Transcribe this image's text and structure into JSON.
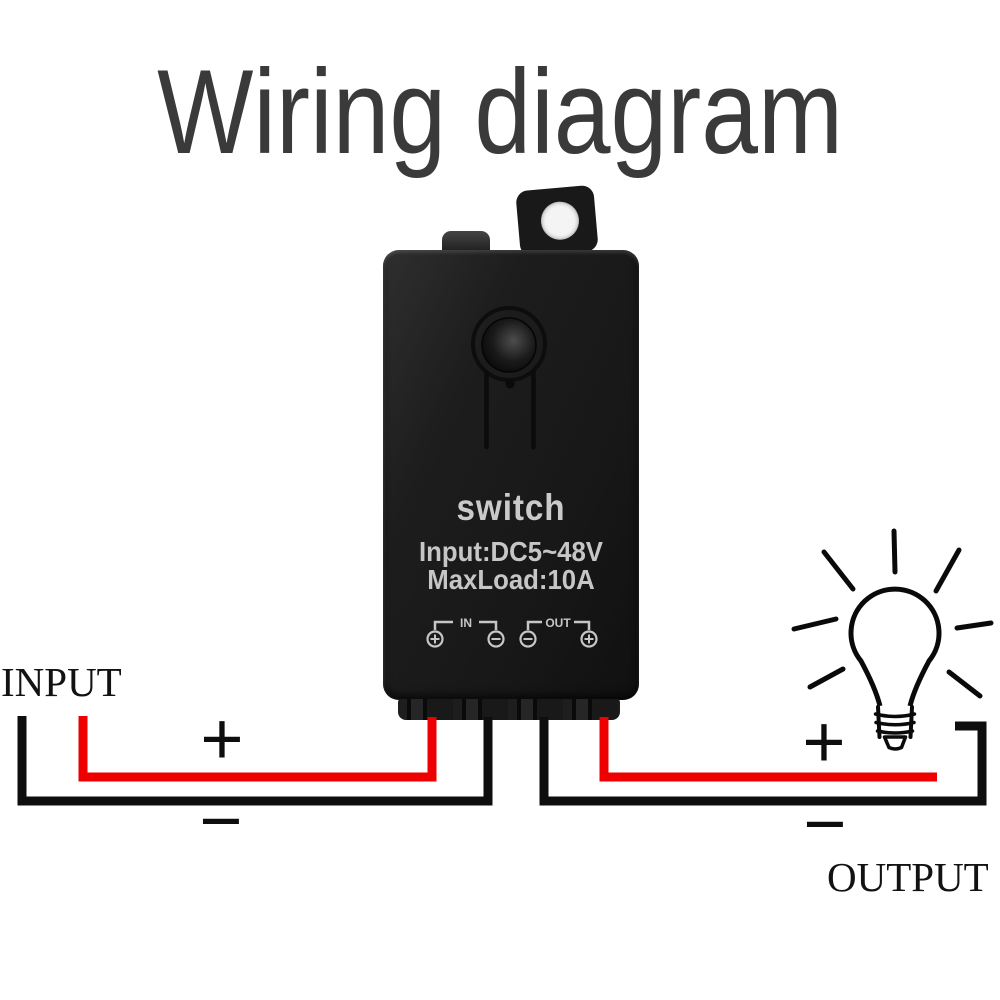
{
  "title": "Wiring diagram",
  "device": {
    "name": "switch",
    "specs": {
      "input": "Input:DC5~48V",
      "max_load": "MaxLoad:10A"
    },
    "terminal_groups": {
      "in": {
        "label": "IN",
        "left_polarity": "+",
        "right_polarity": "−"
      },
      "out": {
        "label": "OUT",
        "left_polarity": "−",
        "right_polarity": "+"
      }
    }
  },
  "input_side": {
    "label": "INPUT",
    "plus_sign": "+",
    "minus_sign": "−"
  },
  "output_side": {
    "label": "OUTPUT",
    "plus_sign": "+",
    "minus_sign": "−"
  },
  "colors": {
    "background": "#ffffff",
    "title_text": "#3a3a3a",
    "positive_wire": "#ee0000",
    "negative_wire": "#0e0e0e",
    "device_body": "#1c1c1c",
    "device_text": "#c9c9c9",
    "label_text": "#121212"
  },
  "icons": {
    "light_bulb": "light-bulb-icon",
    "mounting_tab": "mounting-tab-with-hole",
    "in_left_terminal": "circled-plus-icon",
    "in_right_terminal": "circled-minus-icon",
    "out_left_terminal": "circled-minus-icon",
    "out_right_terminal": "circled-plus-icon"
  }
}
